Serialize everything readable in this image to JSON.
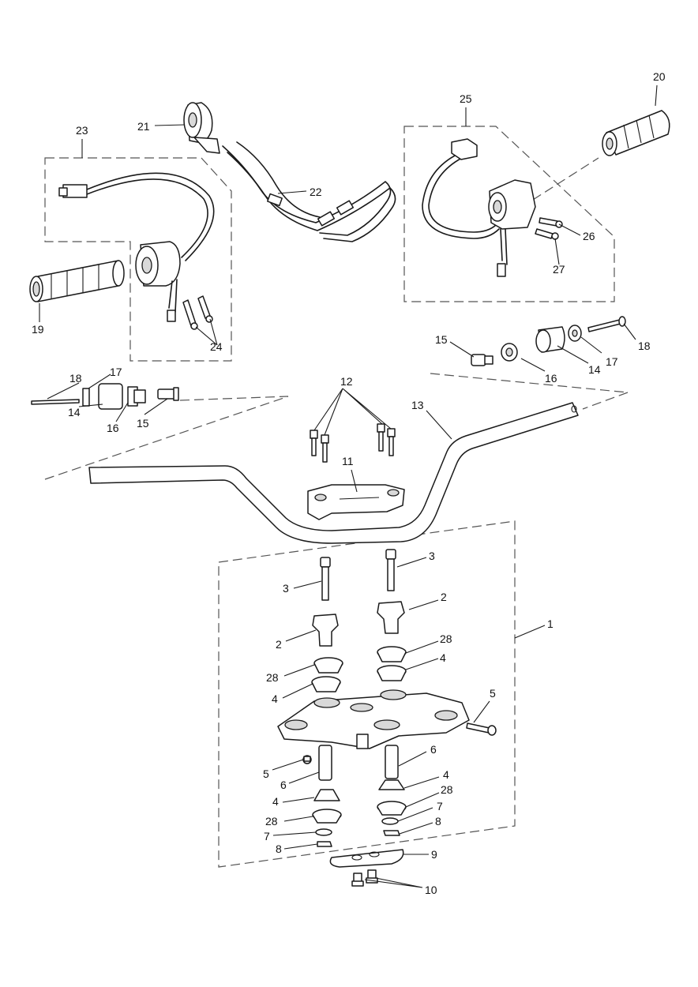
{
  "diagram": {
    "callouts": {
      "c1": "1",
      "c2a": "2",
      "c2b": "2",
      "c3a": "3",
      "c3b": "3",
      "c4a": "4",
      "c4b": "4",
      "c4c": "4",
      "c4d": "4",
      "c5a": "5",
      "c5b": "5",
      "c6a": "6",
      "c6b": "6",
      "c7a": "7",
      "c7b": "7",
      "c8a": "8",
      "c8b": "8",
      "c9": "9",
      "c10": "10",
      "c11": "11",
      "c12": "12",
      "c13": "13",
      "c14a": "14",
      "c14b": "14",
      "c15a": "15",
      "c15b": "15",
      "c16a": "16",
      "c16b": "16",
      "c17a": "17",
      "c17b": "17",
      "c18a": "18",
      "c18b": "18",
      "c19": "19",
      "c20": "20",
      "c21": "21",
      "c22": "22",
      "c23": "23",
      "c24": "24",
      "c25": "25",
      "c26": "26",
      "c27": "27",
      "c28a": "28",
      "c28b": "28",
      "c28c": "28",
      "c28d": "28"
    },
    "colors": {
      "line": "#1a1a1a",
      "dash": "#555555",
      "fill": "#ffffff",
      "shade": "#d9d9d9"
    }
  }
}
